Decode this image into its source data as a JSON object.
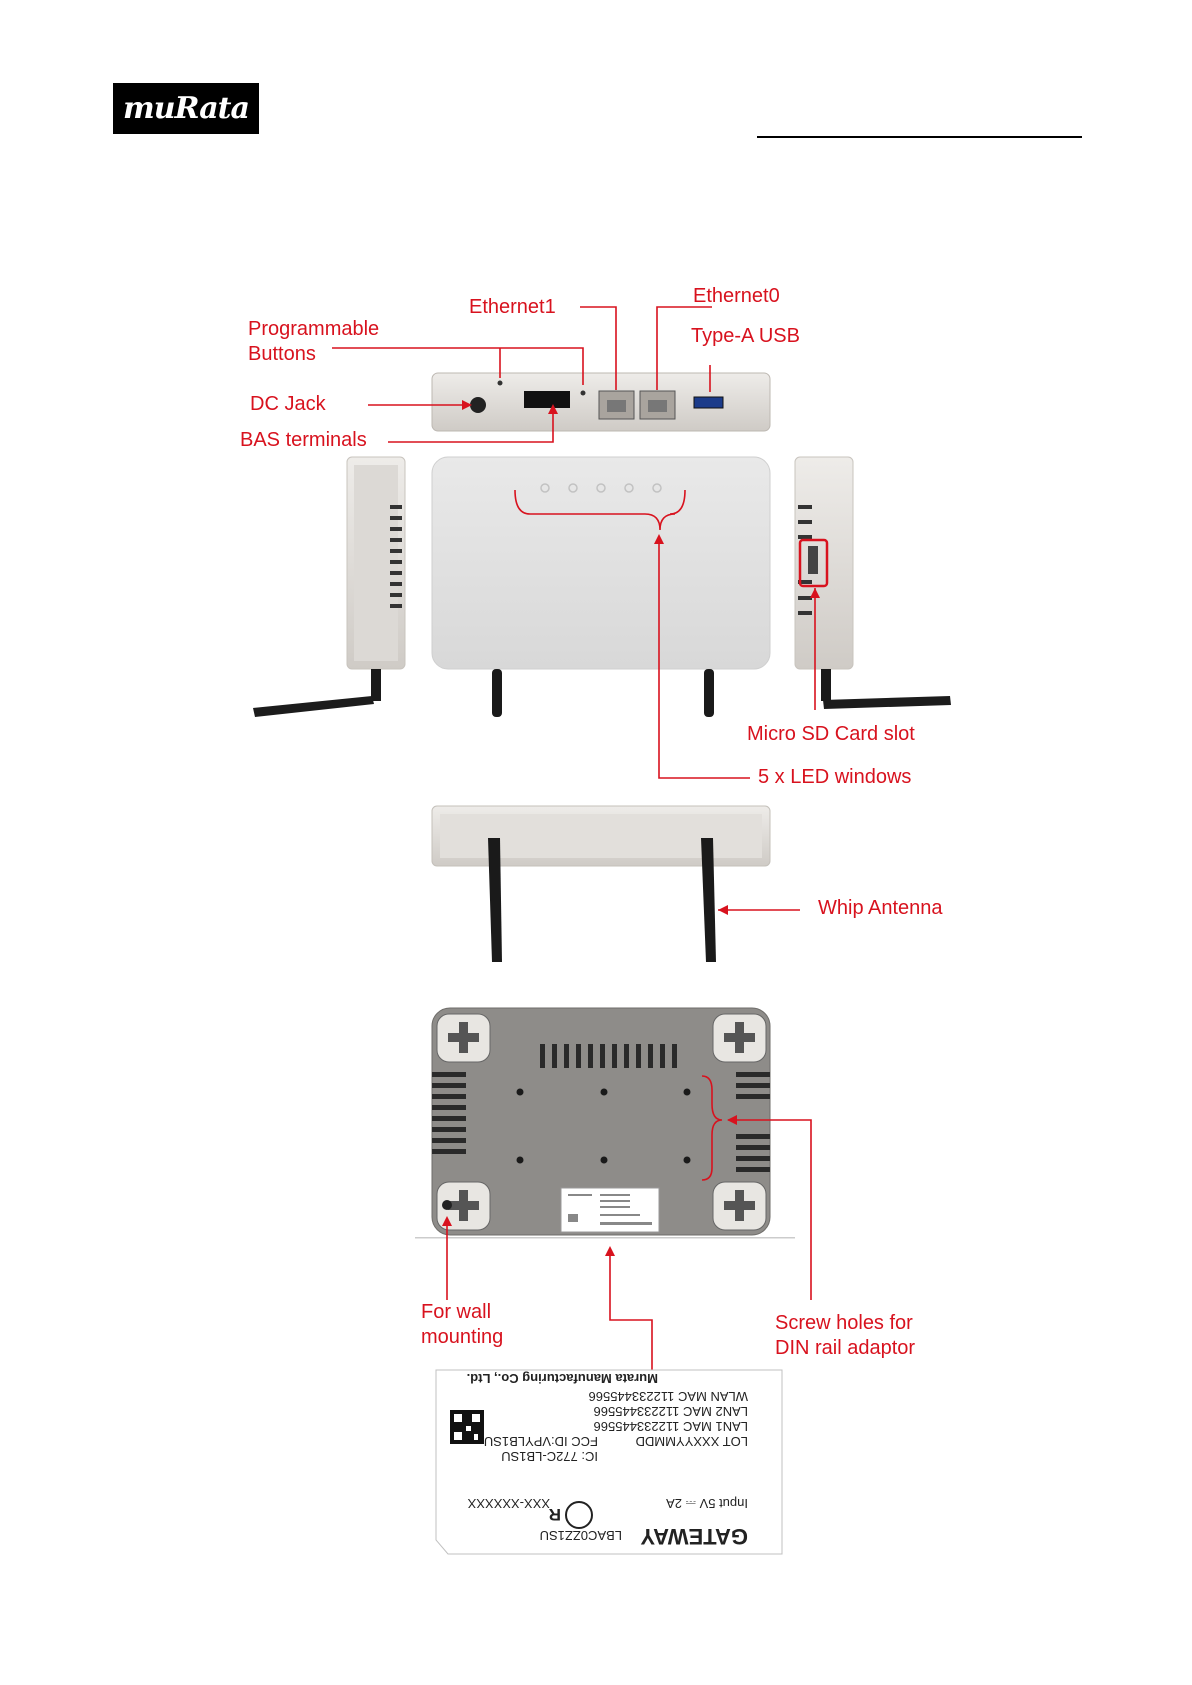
{
  "brand": {
    "logo_text": "muRata"
  },
  "callouts": {
    "programmable_buttons_1": "Programmable",
    "programmable_buttons_2": "Buttons",
    "ethernet1": "Ethernet1",
    "ethernet0": "Ethernet0",
    "type_a_usb": "Type-A USB",
    "dc_jack": "DC Jack",
    "bas_terminals": "BAS terminals",
    "micro_sd": "Micro SD Card slot",
    "led_windows": "5 x LED windows",
    "whip_antenna": "Whip Antenna",
    "wall_mounting_1": "For wall",
    "wall_mounting_2": "mounting",
    "screw_holes_1": "Screw holes for",
    "screw_holes_2": "DIN rail adaptor"
  },
  "product_label": {
    "company": "Murata Manufacturing Co., Ltd.",
    "wlan_mac": "WLAN MAC   112233445566",
    "lan2_mac": "LAN2 MAC   112233445566",
    "lan1_mac": "LAN1 MAC   112233445566",
    "lot": "LOT        XXXYYMMDD",
    "fcc_id": "FCC ID:VPYLB1SU",
    "ic": "IC: 772C-LB1SU",
    "input": "Input    5V ⎓ 2A",
    "cert_no": "XXX-XXXXXX",
    "model": "LBAC0ZZ1SU",
    "product_name": "GATEWAY"
  },
  "colors": {
    "callout": "#d8121e",
    "device": "#d9d5d0",
    "bottom_case": "#8e8c89"
  }
}
